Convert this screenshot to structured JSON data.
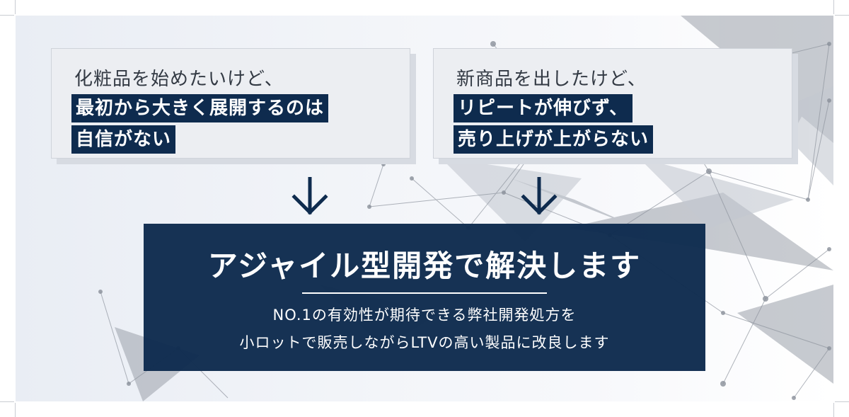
{
  "problem_left": {
    "lead": "化粧品を始めたいけど、",
    "highlight_1": "最初から大きく展開するのは",
    "highlight_2": "自信がない"
  },
  "problem_right": {
    "lead": "新商品を出したけど、",
    "highlight_1": "リピートが伸びず、",
    "highlight_2": "売り上げが上がらない"
  },
  "solution": {
    "title": "アジャイル型開発で解決します",
    "subtitle_line_1": "NO.1の有効性が期待できる弊社開発処方を",
    "subtitle_line_2": "小ロットで販売しながらLTVの高い製品に改良します"
  },
  "colors": {
    "navy": "#0e2b4e",
    "panel_bg": "#eceef2",
    "text_dark": "#333a44",
    "background": "#f1f3f7"
  },
  "icons": {
    "arrow": "arrow-down-icon",
    "background": "network-graph-decoration"
  }
}
